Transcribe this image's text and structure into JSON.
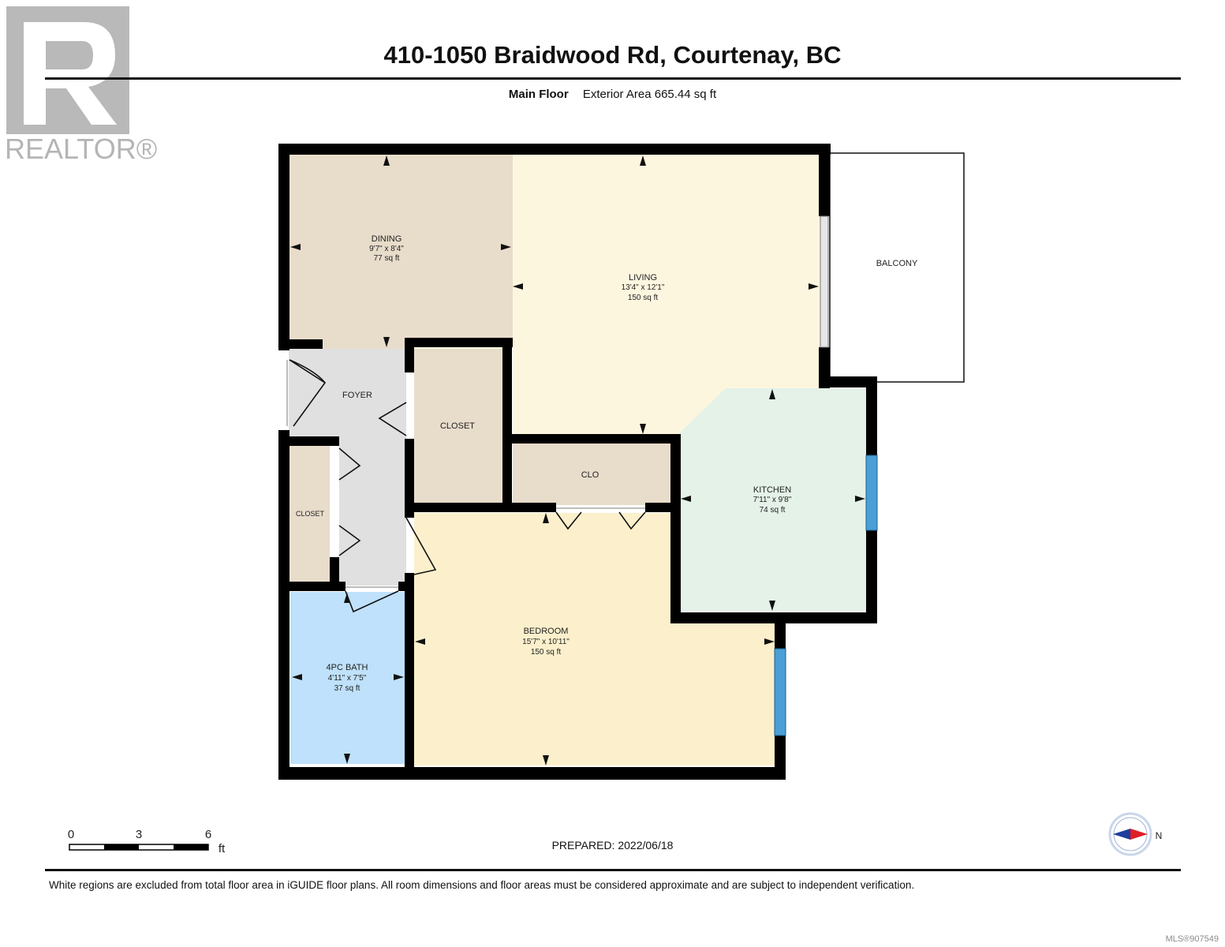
{
  "header": {
    "title": "410-1050 Braidwood Rd, Courtenay, BC",
    "floor_label": "Main Floor",
    "area_text": "Exterior Area 665.44 sq ft"
  },
  "logo": {
    "text": "REALTOR®",
    "icon": "realtor-r-logo"
  },
  "rooms": {
    "dining": {
      "name": "DINING",
      "dims": "9'7\" x 8'4\"",
      "area": "77 sq ft",
      "color": "#e8dccb"
    },
    "living": {
      "name": "LIVING",
      "dims": "13'4\" x 12'1\"",
      "area": "150 sq ft",
      "color": "#fdf6df"
    },
    "balcony": {
      "name": "BALCONY"
    },
    "foyer": {
      "name": "FOYER",
      "color": "#e0e0e0"
    },
    "closet_main": {
      "name": "CLOSET",
      "color": "#e8dccb"
    },
    "closet_small": {
      "name": "CLOSET",
      "color": "#e8dccb"
    },
    "clo": {
      "name": "CLO",
      "color": "#e8dccb"
    },
    "kitchen": {
      "name": "KITCHEN",
      "dims": "7'11\" x 9'8\"",
      "area": "74 sq ft",
      "color": "#e4f2e8"
    },
    "bedroom": {
      "name": "BEDROOM",
      "dims": "15'7\" x 10'11\"",
      "area": "150 sq ft",
      "color": "#fcf0cc"
    },
    "bath": {
      "name": "4PC BATH",
      "dims": "4'11\" x 7'5\"",
      "area": "37 sq ft",
      "color": "#bfe1fb"
    }
  },
  "scale": {
    "ticks": [
      "0",
      "3",
      "6"
    ],
    "unit": "ft"
  },
  "compass": {
    "icon": "compass-icon",
    "direction": "N"
  },
  "footer": {
    "prepared": "PREPARED: 2022/06/18",
    "disclaimer": "White regions are excluded from total floor area in iGUIDE floor plans. All room dimensions and floor areas must be considered approximate and are subject to independent verification.",
    "mls": "MLS®907549"
  },
  "colors": {
    "wall": "#000000",
    "window": "#4a9fd6"
  }
}
